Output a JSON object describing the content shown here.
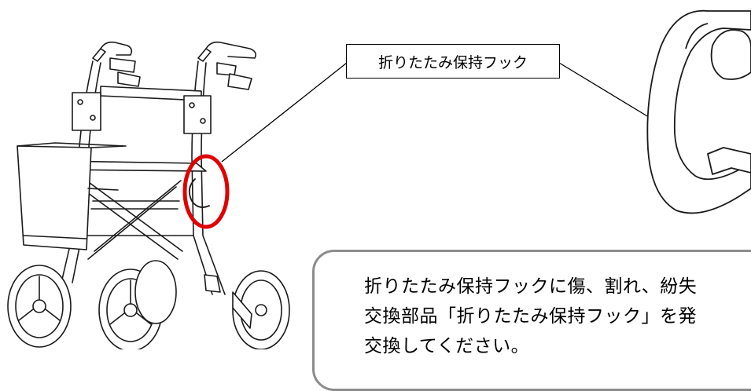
{
  "callout": {
    "label": "折りたたみ保持フック"
  },
  "note": {
    "line1": "折りたたみ保持フックに傷、割れ、紛失",
    "line2": "交換部品「折りたたみ保持フック」を発",
    "line3": "交換してください。"
  },
  "colors": {
    "highlight_ellipse": "#e00000",
    "line_art": "#1a1a1a",
    "note_border": "#8c8c8c"
  },
  "icons": {
    "walker": "rollator-walker-illustration",
    "hook": "folding-hook-illustration"
  }
}
